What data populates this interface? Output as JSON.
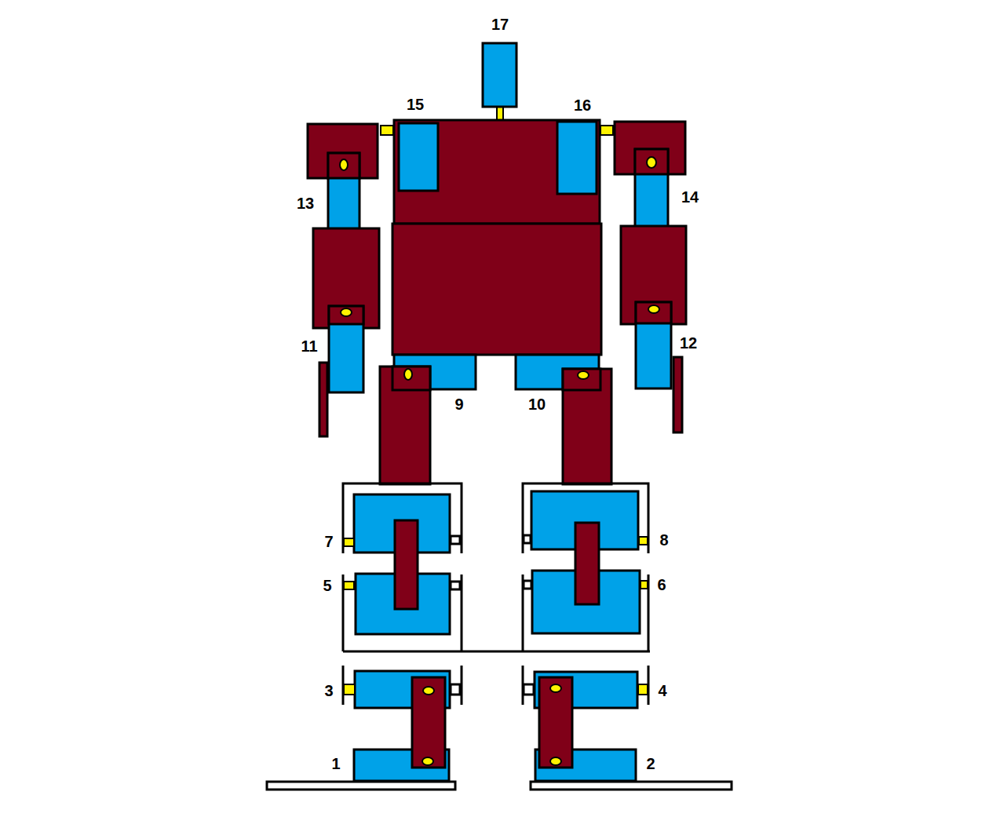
{
  "diagram": {
    "labels": [
      "17",
      "15",
      "16",
      "13",
      "14",
      "11",
      "12",
      "9",
      "10",
      "7",
      "8",
      "5",
      "6",
      "3",
      "4",
      "1",
      "2"
    ]
  }
}
